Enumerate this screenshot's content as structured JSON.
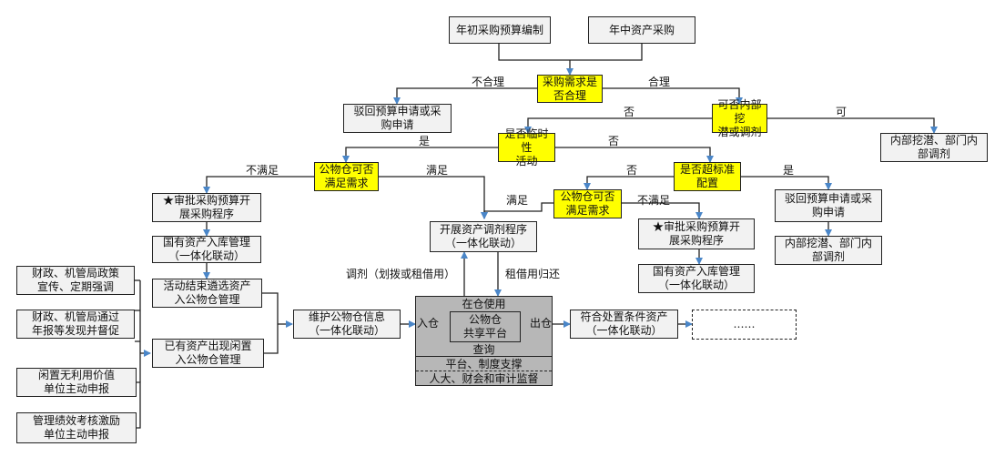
{
  "nodes": {
    "annual_budget": "年初采购预算编制",
    "midyear_purchase": "年中资产采购",
    "need_reasonable": "采购需求是\n否合理",
    "reject_1": "驳回预算申请或采\n购申请",
    "internal_adjust_q": "可否内部挖\n潜或调剂",
    "internal_adjust_1": "内部挖潜、部门内\n部调剂",
    "temp_activity": "是否临时性\n活动",
    "pool_meets_1": "公物仓可否\n满足需求",
    "over_standard": "是否超标准\n配置",
    "approve_1": "★审批采购预算开\n展采购程序",
    "state_asset_1": "国有资产入库管理\n（一体化联动）",
    "activity_end": "活动结束遴选资产\n入公物仓管理",
    "idle_asset": "已有资产出现闲置\n入公物仓管理",
    "maintain_info": "维护公物仓信息\n（一体化联动）",
    "transfer_proc": "开展资产调剂程序\n（一体化联动）",
    "pool_meets_2": "公物仓可否\n满足需求",
    "approve_2": "★审批采购预算开\n展采购程序",
    "state_asset_2": "国有资产入库管理\n（一体化联动）",
    "reject_2": "驳回预算申请或采\n购申请",
    "internal_adjust_2": "内部挖潜、部门内\n部调剂",
    "disposal": "符合处置条件资产\n（一体化联动）",
    "ellipsis": "……",
    "src_policy": "财政、机管局政策\n宣传、定期强调",
    "src_report": "财政、机管局通过\n年报等发现并督促",
    "src_idle": "闲置无利用价值\n单位主动申报",
    "src_perf": "管理绩效考核激励\n单位主动申报"
  },
  "platform": {
    "top": "在仓使用",
    "core": "公物仓\n共享平台",
    "query": "查询",
    "support": "平台、制度支撑",
    "oversight": "人大、财会和审计监督"
  },
  "labels": {
    "unreasonable": "不合理",
    "reasonable": "合理",
    "no_1": "否",
    "yes_1": "可",
    "yes_2": "是",
    "no_2": "否",
    "not_meet_1": "不满足",
    "meet_1": "满足",
    "meet_2": "满足",
    "not_meet_2": "不满足",
    "no_3": "否",
    "yes_3": "是",
    "transfer": "调剂（划拨或租借用）",
    "return": "租借用归还",
    "in": "入仓",
    "out": "出仓"
  },
  "colors": {
    "decision": "#ffff00",
    "process": "#f2f2f2",
    "platform": "#b7b7b7",
    "arrow": "#4a86c8"
  }
}
